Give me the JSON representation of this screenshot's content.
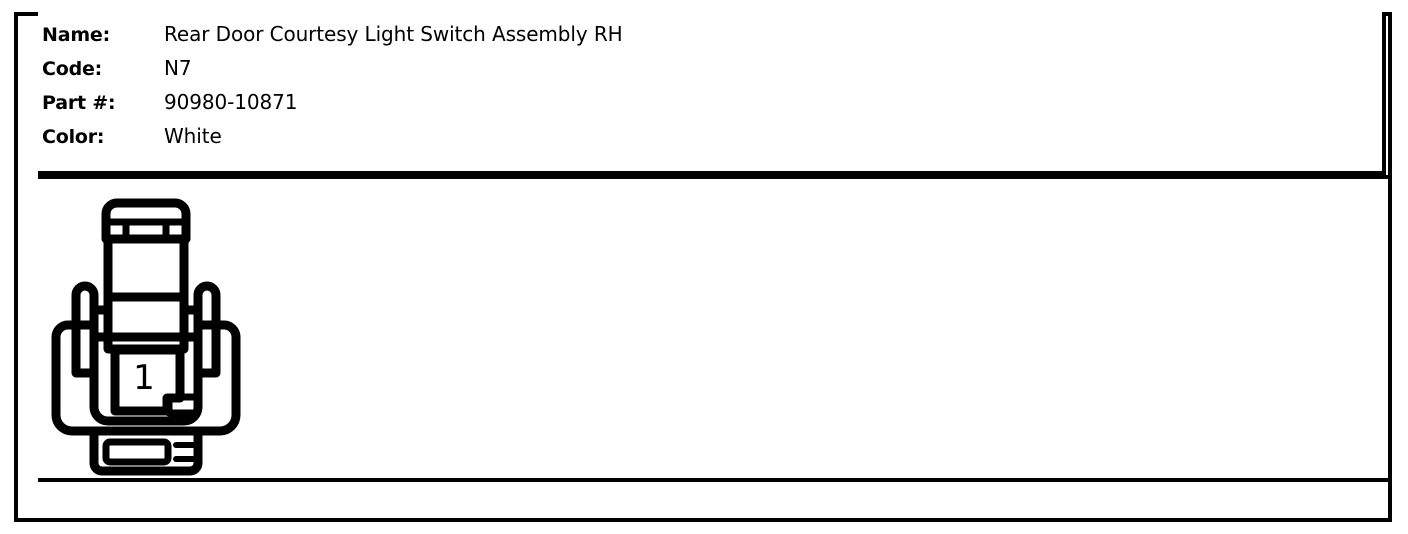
{
  "spec": {
    "rows": [
      {
        "label": "Name:",
        "value": "Rear Door Courtesy Light Switch Assembly RH"
      },
      {
        "label": "Code:",
        "value": "N7"
      },
      {
        "label": "Part #:",
        "value": "90980-10871"
      },
      {
        "label": "Color:",
        "value": "White"
      }
    ]
  },
  "diagram": {
    "alt": "connector-face-view-diagram",
    "cavity_count": 1,
    "cavities": [
      {
        "number": "1"
      }
    ],
    "line_color": "#000000",
    "fill_color": "#ffffff"
  },
  "footer": {
    "text": ""
  }
}
